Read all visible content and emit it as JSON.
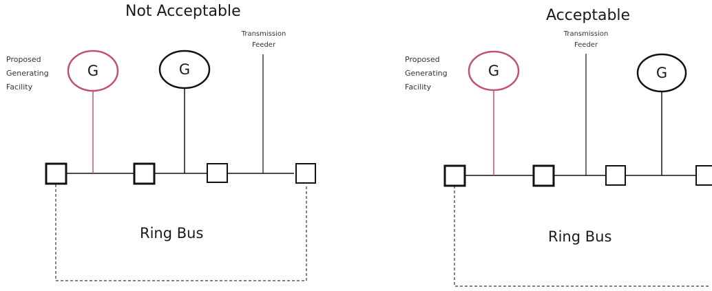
{
  "panels": [
    {
      "title": "Not Acceptable",
      "generator_label": [
        "Proposed",
        "Generating",
        "Facility"
      ],
      "feeder_label": [
        "Transmission",
        "Feeder"
      ],
      "ring_bus_label": "Ring Bus",
      "generator_symbol": "G",
      "existing_generator_symbol": "G"
    },
    {
      "title": "Acceptable",
      "generator_label": [
        "Proposed",
        "Generating",
        "Facility"
      ],
      "feeder_label": [
        "Transmission",
        "Feeder"
      ],
      "ring_bus_label": "Ring Bus",
      "generator_symbol": "G",
      "existing_generator_symbol": "G"
    }
  ],
  "colors": {
    "proposed_generator": "#c0507a",
    "existing_equipment": "#111111",
    "dashed_ring": "#333333"
  }
}
